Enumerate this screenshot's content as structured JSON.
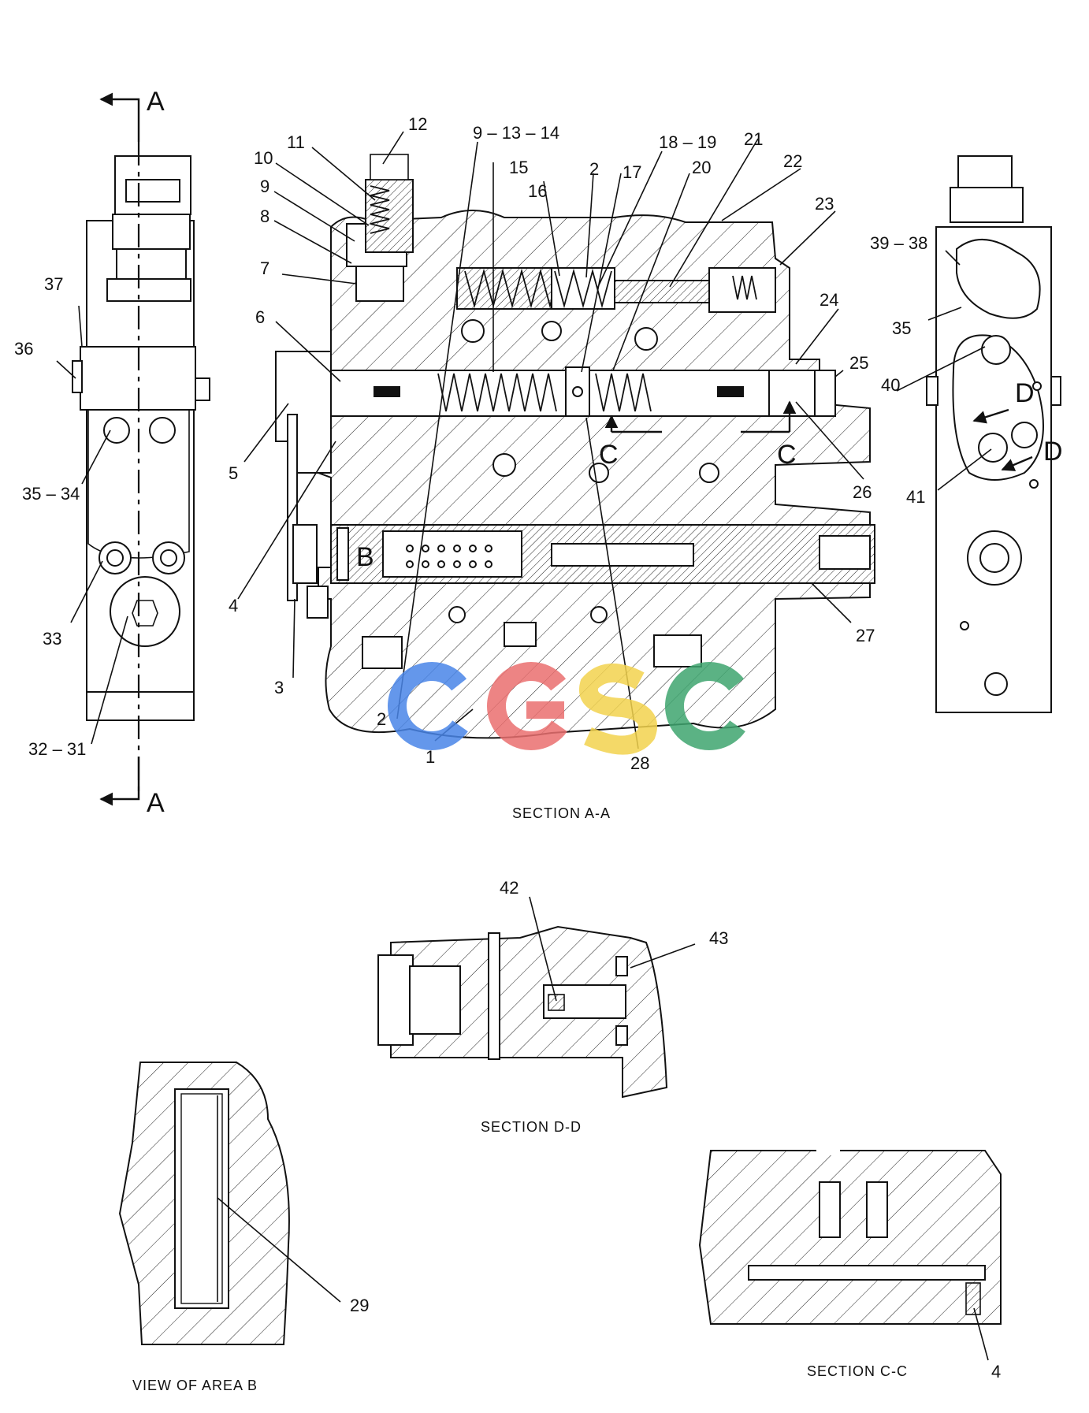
{
  "sections": {
    "main": "SECTION  A-A",
    "dd": "SECTION D-D",
    "cc": "SECTION C-C",
    "areab": "VIEW OF AREA B"
  },
  "section_markers": {
    "A": "A",
    "B": "B",
    "C": "C",
    "D": "D"
  },
  "callouts": {
    "c1": "1",
    "c2": "2",
    "c3": "3",
    "c4": "4",
    "c5": "5",
    "c6": "6",
    "c7": "7",
    "c8": "8",
    "c9": "9",
    "c10": "10",
    "c11": "11",
    "c12": "12",
    "c9_13_14": "9 – 13 – 14",
    "c15": "15",
    "c16": "16",
    "c17": "17",
    "c18_19": "18 – 19",
    "c20": "20",
    "c21": "21",
    "c22": "22",
    "c23": "23",
    "c24": "24",
    "c25": "25",
    "c26": "26",
    "c27": "27",
    "c28": "28",
    "c29": "29",
    "c32_31": "32 – 31",
    "c33": "33",
    "c35_34": "35 – 34",
    "c35": "35",
    "c36": "36",
    "c37": "37",
    "c39_38": "39 – 38",
    "c40": "40",
    "c41": "41",
    "c42": "42",
    "c43": "43"
  },
  "watermark": {
    "letters": [
      "C",
      "G",
      "S",
      "C"
    ],
    "colors": [
      "#4a86e8",
      "#ea6f6f",
      "#f3d34e",
      "#3fa56f"
    ]
  }
}
